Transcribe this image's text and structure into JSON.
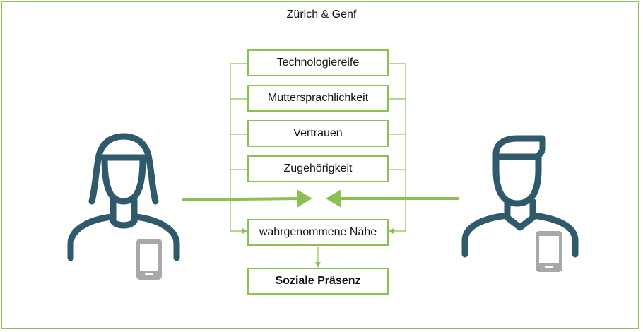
{
  "diagram": {
    "title": "Zürich & Genf",
    "factors": [
      {
        "label": "Technologiereife"
      },
      {
        "label": "Muttersprachlichkeit"
      },
      {
        "label": "Vertrauen"
      },
      {
        "label": "Zugehörigkeit"
      }
    ],
    "mediator": {
      "label": "wahrgenommene Nähe"
    },
    "outcome": {
      "label": "Soziale Präsenz"
    },
    "people": [
      {
        "icon": "woman-with-phone-icon"
      },
      {
        "icon": "man-with-phone-icon"
      }
    ],
    "colors": {
      "accent": "#8cc152",
      "figure": "#2e5a6b",
      "phone": "#a8a8a8"
    }
  }
}
